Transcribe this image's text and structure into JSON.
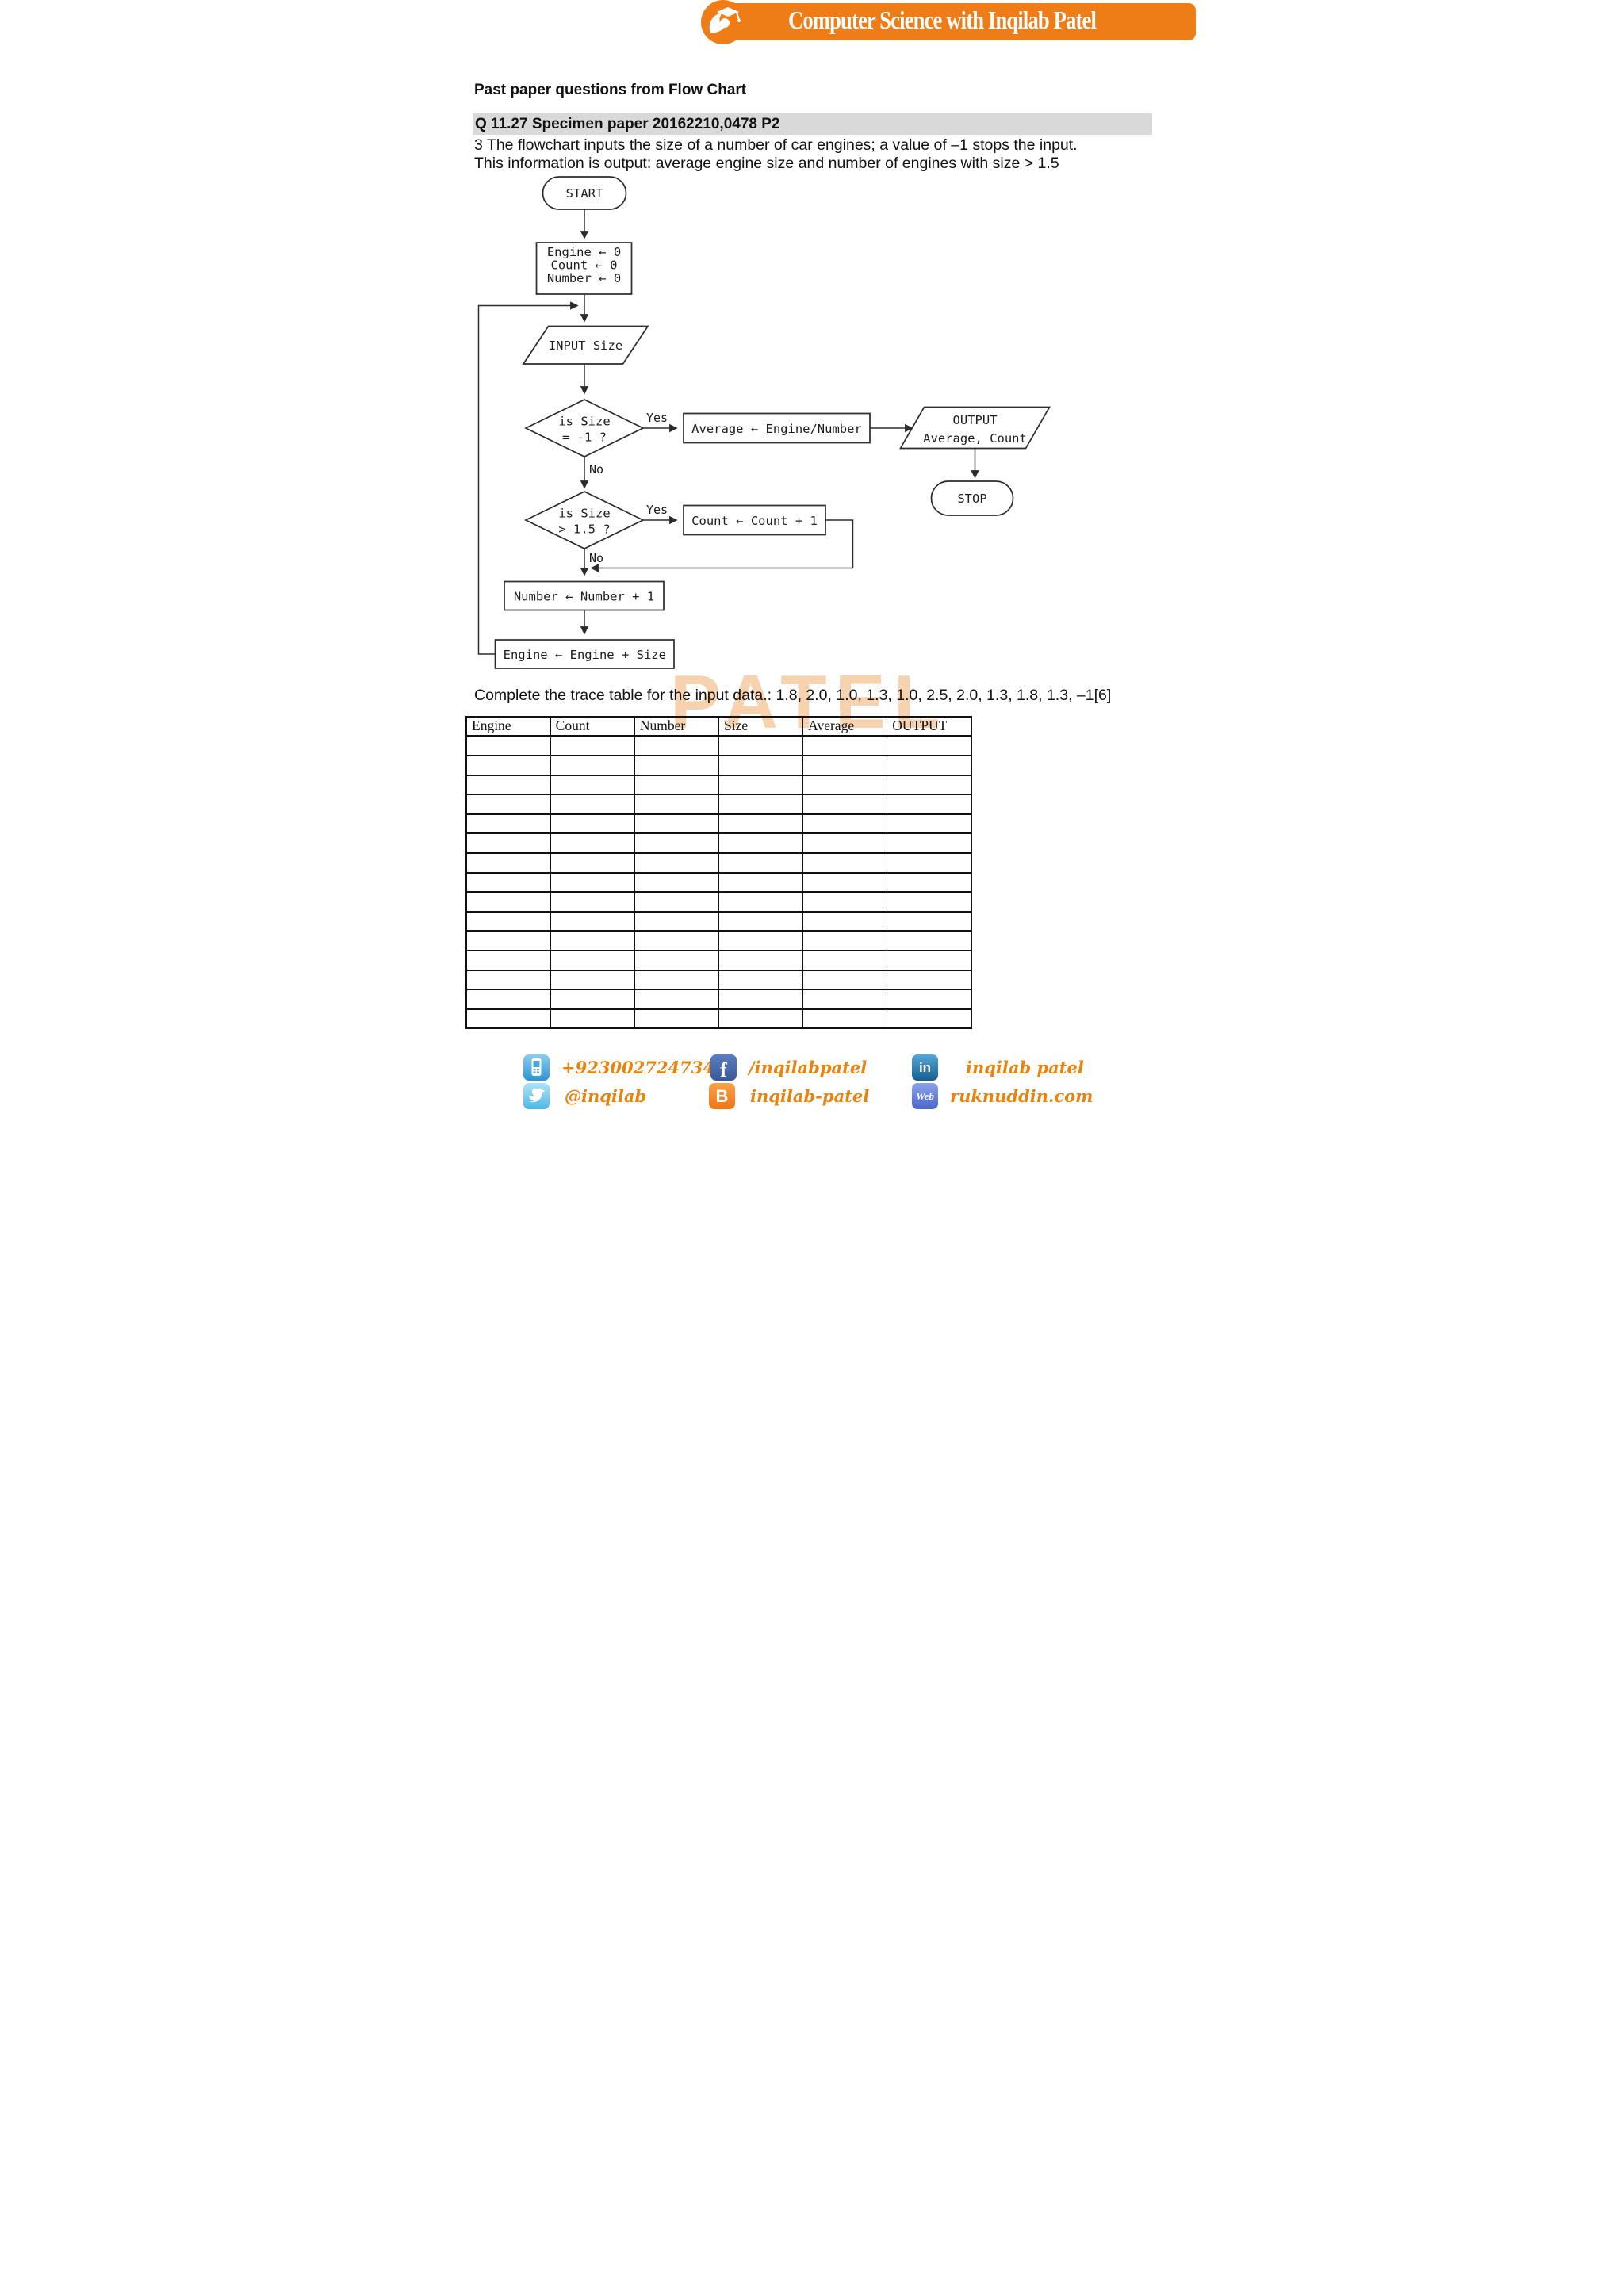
{
  "header": {
    "brand": "Computer Science with Inqilab Patel"
  },
  "doc": {
    "title": "Past paper questions from Flow Chart",
    "question_heading": "Q 11.27 Specimen paper 20162210,0478 P2",
    "question_line1": "3 The flowchart inputs the size of a number of car engines; a value of –1 stops the input.",
    "question_line2": "This information is output: average engine size and number of engines with size > 1.5"
  },
  "flowchart": {
    "start_label": "START",
    "init_line1": "Engine ← 0",
    "init_line2": "Count ← 0",
    "init_line3": "Number ← 0",
    "input_label": "INPUT Size",
    "decision1_line1": "is Size",
    "decision1_line2": "= -1 ?",
    "decision2_line1": "is Size",
    "decision2_line2": "> 1.5 ?",
    "yes_label": "Yes",
    "no_label": "No",
    "average_label": "Average ← Engine/Number",
    "output_line1": "OUTPUT",
    "output_line2": "Average, Count",
    "stop_label": "STOP",
    "count_label": "Count ← Count + 1",
    "number_label": "Number ← Number + 1",
    "engine_label": "Engine ← Engine + Size"
  },
  "watermark": "PATEL",
  "trace": {
    "instruction": "Complete the trace table for the input data.: 1.8, 2.0, 1.0, 1.3, 1.0, 2.5, 2.0, 1.3, 1.8, 1.3, –1[6]",
    "columns": [
      "Engine",
      "Count",
      "Number",
      "Size",
      "Average",
      "OUTPUT"
    ],
    "empty_rows": 15,
    "input_values": [
      1.8,
      2.0,
      1.0,
      1.3,
      1.0,
      2.5,
      2.0,
      1.3,
      1.8,
      1.3,
      -1
    ]
  },
  "footer": {
    "items": [
      {
        "icon": "phone-icon",
        "label": "+923002724734"
      },
      {
        "icon": "facebook-icon",
        "label": "/inqilabpatel"
      },
      {
        "icon": "linkedin-icon",
        "label": "inqilab patel"
      },
      {
        "icon": "twitter-icon",
        "label": "@inqilab"
      },
      {
        "icon": "blogger-icon",
        "label": "inqilab-patel"
      },
      {
        "icon": "web-icon",
        "label": "ruknuddin.com"
      }
    ]
  },
  "colors": {
    "banner_orange": "#ef7d17",
    "heading_highlight_gray": "#d9d9d9",
    "watermark_orange": "#f3b87f",
    "footer_text_orange": "#e8830e",
    "phone_blue": "#2d93d4",
    "twitter_blue": "#4cb8e6",
    "facebook_blue": "#3b5998",
    "blogger_orange": "#ef7512",
    "linkedin_blue": "#155e92",
    "web_blue": "#4b66c8"
  }
}
